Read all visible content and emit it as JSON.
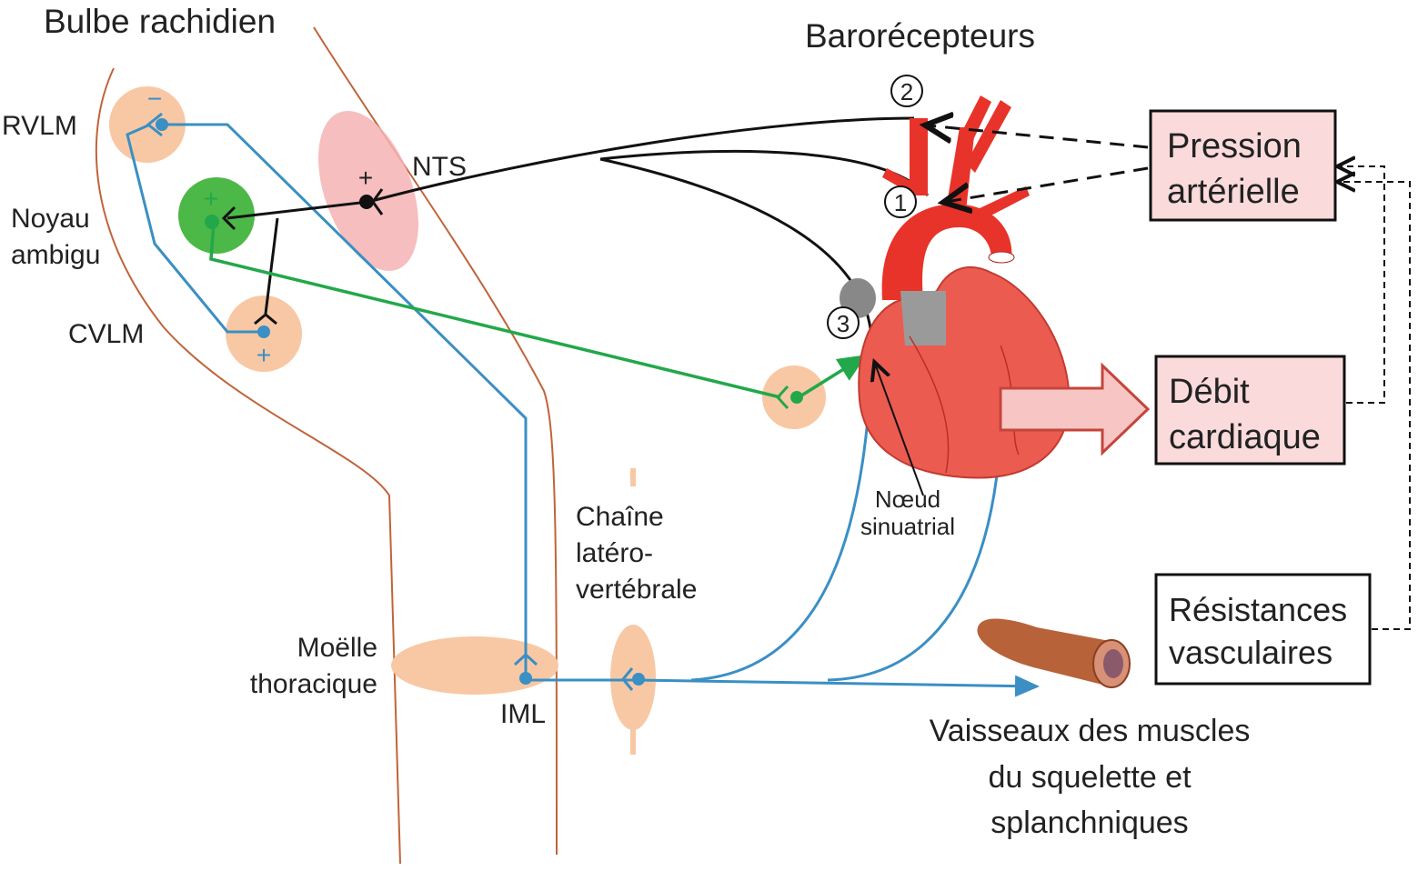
{
  "title": "Bulbe rachidien",
  "baroreceptors": "Barorécepteurs",
  "nuclei": {
    "rvlm": "RVLM",
    "noyau_line1": "Noyau",
    "noyau_line2": "ambigu",
    "cvlm": "CVLM",
    "nts": "NTS",
    "iml": "IML"
  },
  "signs": {
    "minus": "−",
    "plus_green": "+",
    "plus_nts": "+",
    "plus_cvlm": "+"
  },
  "spine": {
    "line1": "Moëlle",
    "line2": "thoracique"
  },
  "chain": {
    "line1": "Chaîne",
    "line2": "latéro-",
    "line3": "vertébrale"
  },
  "node": {
    "line1": "Nœud",
    "line2": "sinuatrial"
  },
  "vessels": {
    "line1": "Vaisseaux des muscles",
    "line2": "du squelette et",
    "line3": "splanchniques"
  },
  "markers": {
    "one": "1",
    "two": "2",
    "three": "3"
  },
  "boxes": {
    "pressure": {
      "line1": "Pression",
      "line2": "artérielle"
    },
    "output": {
      "line1": "Débit",
      "line2": "cardiaque"
    },
    "resistance": {
      "line1": "Résistances",
      "line2": "vasculaires"
    }
  },
  "colors": {
    "blue": "#3a8fc4",
    "green": "#22a84a",
    "brown": "#c0643a",
    "red": "#e8332a",
    "orange": "#f8c8a4",
    "pink_box": "#fadadb"
  }
}
